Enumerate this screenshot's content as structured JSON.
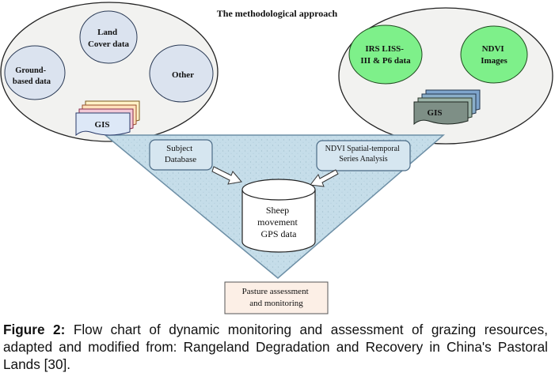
{
  "diagram": {
    "title": "The methodological approach",
    "left_group": {
      "land_cover": [
        "Land",
        "Cover data"
      ],
      "ground": [
        "Ground-",
        "based data"
      ],
      "other": "Other",
      "gis": "GIS"
    },
    "right_group": {
      "irs": [
        "IRS LISS-",
        "III & P6 data"
      ],
      "ndvi_images": [
        "NDVI",
        "Images"
      ],
      "gis": "GIS"
    },
    "subject_db": [
      "Subject",
      "Database"
    ],
    "ndvi_series": [
      "NDVI Spatial-temporal",
      "Series Analysis"
    ],
    "sheep": [
      "Sheep",
      "movement",
      "GPS data"
    ],
    "pasture": [
      "Pasture assessment",
      "and monitoring"
    ]
  },
  "caption": {
    "label": "Figure 2:",
    "text": " Flow chart of dynamic monitoring and assessment of grazing resources, adapted and modified from: Rangeland Degradation and Recovery in China's Pastoral Lands [30]."
  },
  "colors": {
    "outer_ellipse_fill": "#f2f2f0",
    "left_bubble_fill": "#dbe3ef",
    "right_bubble_fill": "#7ef08a",
    "triangle_fill": "#c5dde9",
    "pasture_fill": "#fcefe6"
  }
}
